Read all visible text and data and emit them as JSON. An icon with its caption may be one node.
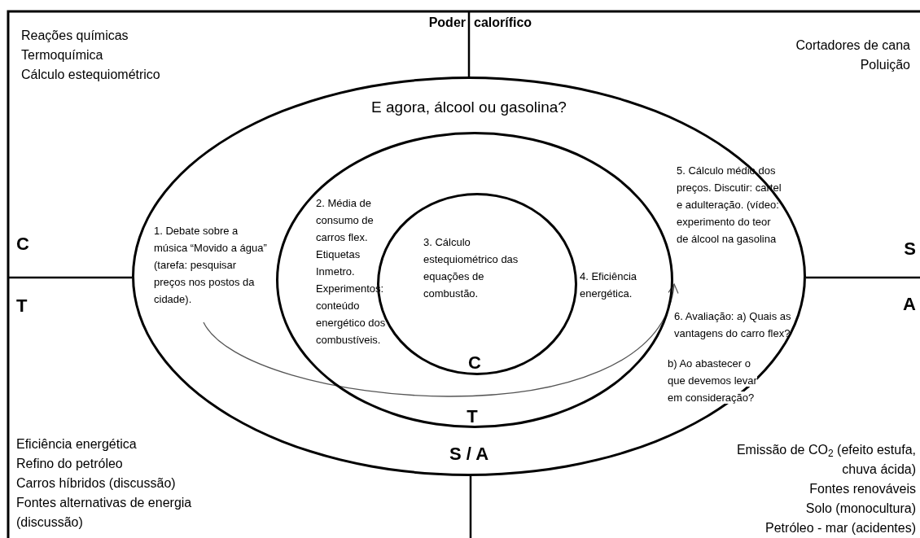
{
  "diagram": {
    "nodes": [
      {
        "text": [
          "E agora, álcool ou gasolina?",
          "6. Avaliação: a) Quais as vantagens do carro flex?",
          "b) Ao abastecer o que devemos levar em consideração?",
          "S / A"
        ]
      },
      {
        "text": [
          "2. Média de consumo de carros flex. Etiquetas Inmetro. Experimentos: conteúdo energético dos combustíveis.",
          "4. Eficiência energética.",
          "T"
        ],
        "in": 0
      },
      {
        "text": [
          "3. Cálculo estequiométrico das equações de combustão.",
          "C"
        ],
        "in": 1
      },
      {
        "text": [
          "1. Debate sobre a música “Movido a água” (tarefa: pesquisar preços nos postos da cidade)."
        ],
        "in": 0
      },
      {
        "text": [
          "5. Cálculo médio dos preços. Discutir: cartel e adulteração. (vídeo: experimento do teor de álcool na gasolina"
        ],
        "in": 0
      }
    ],
    "edges": [
      {
        "from": 3,
        "to": 4,
        "arrow": "to"
      }
    ],
    "labels": [
      "Poder",
      "calorífico",
      "Reações químicas",
      "Termoquímica",
      "Cálculo estequiométrico",
      "Cortadores de cana",
      "Poluição",
      "C",
      "S",
      "T",
      "A",
      "Eficiência energética",
      "Refino do petróleo",
      "Carros híbridos (discussão)",
      "Fontes alternativas de energia (discussão)",
      "Emissão de CO$_{2}$ (efeito estufa, chuva ácida)",
      "Fontes renováveis",
      "Solo (monocultura)",
      "Petróleo - mar (acidentes)"
    ]
  }
}
